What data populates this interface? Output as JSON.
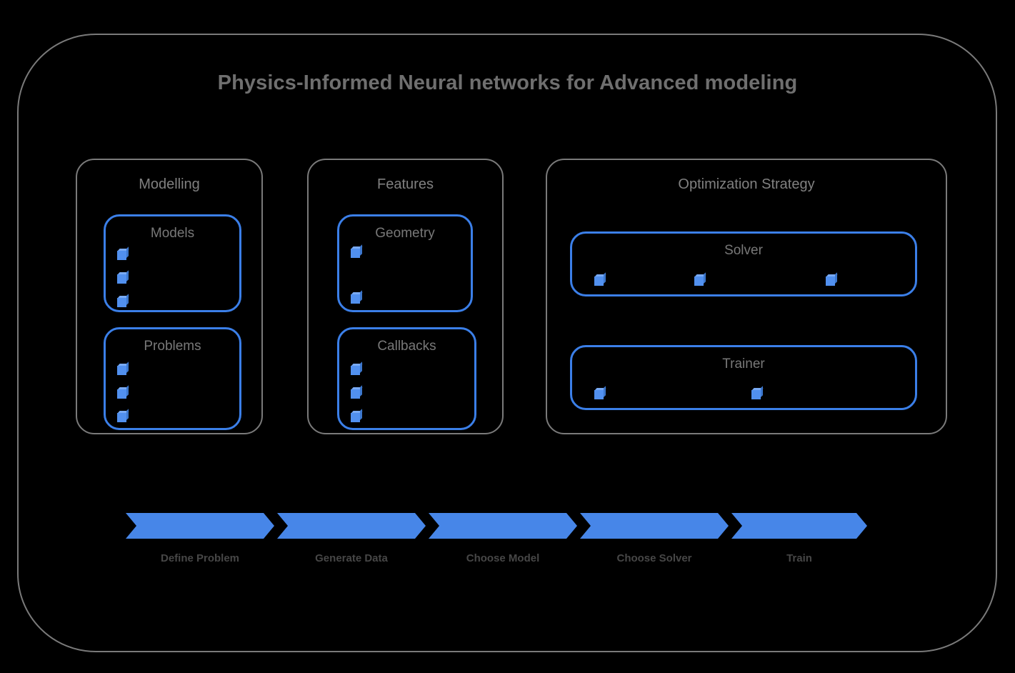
{
  "diagram": {
    "title": "Physics-Informed Neural networks for Advanced modeling",
    "colors": {
      "background": "#000000",
      "frame_border": "#7a7a7a",
      "accent_blue": "#3b7fe8",
      "cube_blue": "#5190ef",
      "chevron_blue": "#4786e8",
      "title_text": "#6f6f6f",
      "group_title_text": "#808080",
      "box_title_text": "#787878",
      "pipeline_label_text": "#474747"
    }
  },
  "groups": [
    {
      "id": "modelling",
      "label": "Modelling",
      "boxes": [
        {
          "id": "models",
          "label": "Models",
          "item_count": 3,
          "layout": "vertical"
        },
        {
          "id": "problems",
          "label": "Problems",
          "item_count": 3,
          "layout": "vertical"
        }
      ]
    },
    {
      "id": "features",
      "label": "Features",
      "boxes": [
        {
          "id": "geometry",
          "label": "Geometry",
          "item_count": 2,
          "layout": "vertical"
        },
        {
          "id": "callbacks",
          "label": "Callbacks",
          "item_count": 3,
          "layout": "vertical"
        }
      ]
    },
    {
      "id": "optimization",
      "label": "Optimization Strategy",
      "boxes": [
        {
          "id": "solver",
          "label": "Solver",
          "item_count": 3,
          "layout": "horizontal"
        },
        {
          "id": "trainer",
          "label": "Trainer",
          "item_count": 2,
          "layout": "horizontal"
        }
      ]
    }
  ],
  "pipeline": {
    "steps": [
      {
        "label": "Define Problem"
      },
      {
        "label": "Generate Data"
      },
      {
        "label": "Choose Model"
      },
      {
        "label": "Choose Solver"
      },
      {
        "label": "Train"
      }
    ]
  },
  "icons": {
    "cube": "cube-icon"
  }
}
